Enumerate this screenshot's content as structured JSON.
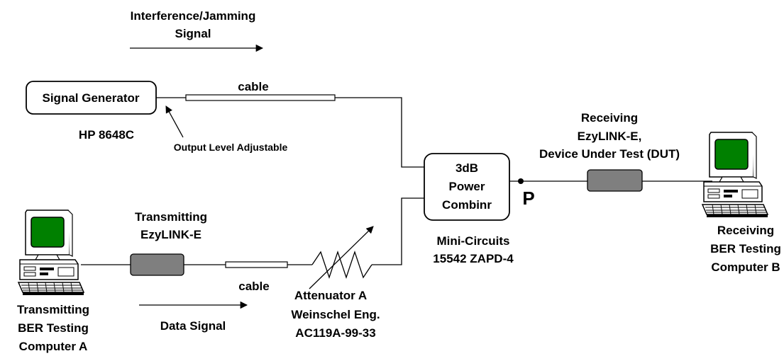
{
  "labels": {
    "interference_line1": "Interference/Jamming",
    "interference_line2": "Signal",
    "signal_generator": "Signal Generator",
    "hp_model": "HP 8648C",
    "output_level": "Output Level Adjustable",
    "cable_top": "cable",
    "cable_bottom": "cable",
    "combiner_line1": "3dB",
    "combiner_line2": "Power",
    "combiner_line3": "Combinr",
    "point_p": "P",
    "mini_circuits_line1": "Mini-Circuits",
    "mini_circuits_line2": "15542 ZAPD-4",
    "receiving_line1": "Receiving",
    "receiving_line2": "EzyLINK-E,",
    "receiving_line3": "Device Under Test (DUT)",
    "transmitting_line1": "Transmitting",
    "transmitting_line2": "EzyLINK-E",
    "attenuator_line1": "Attenuator A",
    "attenuator_line2": "Weinschel Eng.",
    "attenuator_line3": "AC119A-99-33",
    "data_signal": "Data Signal",
    "tx_computer_line1": "Transmitting",
    "tx_computer_line2": "BER Testing",
    "tx_computer_line3": "Computer A",
    "rx_computer_line1": "Receiving",
    "rx_computer_line2": "BER Testing",
    "rx_computer_line3": "Computer B"
  },
  "icons": {
    "computer": "desktop-computer-icon",
    "attenuator": "variable-resistor-icon"
  },
  "colors": {
    "screen": "#008000",
    "device_fill": "#7f7f7f",
    "line": "#000000"
  }
}
